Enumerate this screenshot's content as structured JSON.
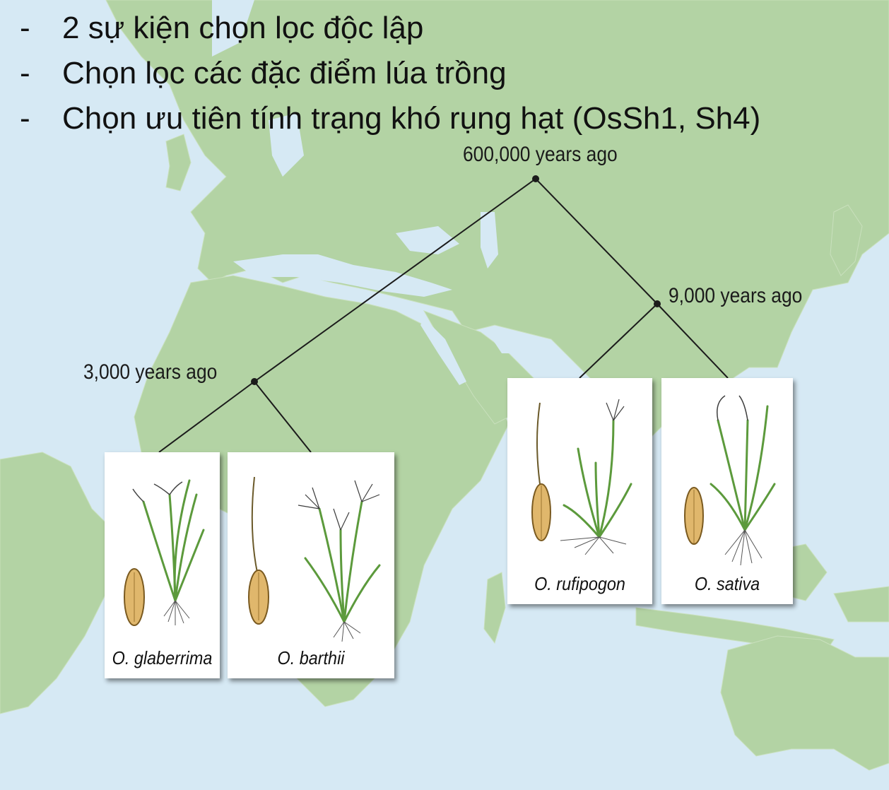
{
  "bullets": [
    "2 sự kiện chọn lọc độc lập",
    "Chọn lọc các đặc điểm lúa trồng",
    "Chọn ưu tiên tính trạng khó rụng hạt (OsSh1, Sh4)"
  ],
  "bullet_marker": "-",
  "tree": {
    "root_label": "600,000 years ago",
    "asian_node_label": "9,000 years ago",
    "african_node_label": "3,000 years ago"
  },
  "species": {
    "glaberrima": "O. glaberrima",
    "barthii": "O. barthii",
    "rufipogon": "O. rufipogon",
    "sativa": "O. sativa"
  },
  "colors": {
    "ocean": "#d6e9f4",
    "land": "#b3d3a4",
    "branch": "#1b1b1b",
    "grain": "#e0b76c",
    "leaf": "#5c9a3c"
  }
}
